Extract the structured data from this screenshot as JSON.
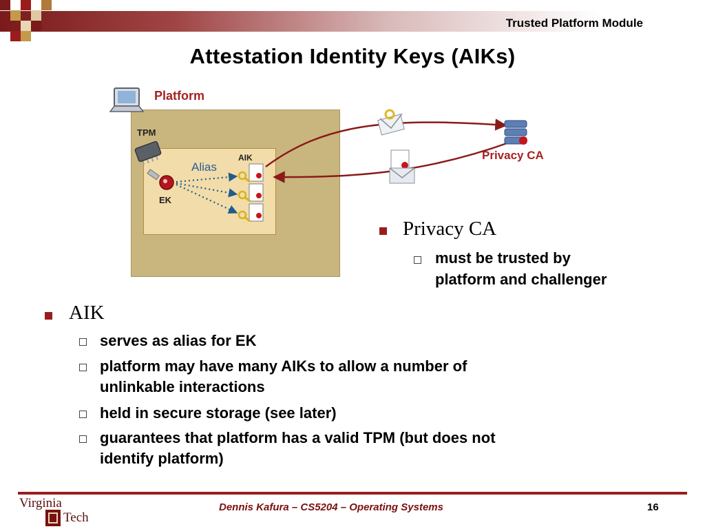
{
  "header": {
    "title": "Trusted Platform Module"
  },
  "slide": {
    "title": "Attestation Identity Keys (AIKs)"
  },
  "diagram": {
    "platform_label": "Platform",
    "tpm_label": "TPM",
    "alias_label": "Alias",
    "aik_label": "AIK",
    "ek_label": "EK",
    "privacy_ca_label": "Privacy CA"
  },
  "bullets": {
    "privacy_ca": {
      "heading": "Privacy CA",
      "sub": [
        "must be trusted by",
        "platform and challenger"
      ]
    },
    "aik": {
      "heading": "AIK",
      "items": [
        {
          "lines": [
            "serves as alias for EK"
          ]
        },
        {
          "lines": [
            "platform may have many AIKs to allow a number of",
            "unlinkable interactions"
          ]
        },
        {
          "lines": [
            "held in secure storage (see later)"
          ]
        },
        {
          "lines": [
            "guarantees that platform has a valid TPM (but does not",
            "identify platform)"
          ]
        }
      ]
    }
  },
  "footer": {
    "text": "Dennis Kafura – CS5204 – Operating Systems",
    "page": "16",
    "logo_line1": "Virginia",
    "logo_line2": "Tech"
  },
  "colors": {
    "accent": "#9b1c1c",
    "platform_bg": "#c9b67e",
    "tpm_bg": "#f2dcaa",
    "alias_blue": "#2b5d9a"
  }
}
